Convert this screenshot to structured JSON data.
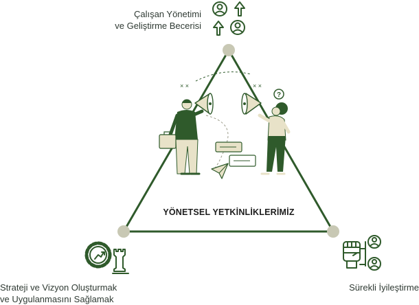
{
  "diagram": {
    "center_title": "YÖNETSEL YETKİNLİKLERİMİZ",
    "nodes": [
      {
        "id": "top",
        "label_lines": [
          "Çalışan Yönetimi",
          "ve Geliştirme Becerisi"
        ],
        "icon": "people-up-arrows-icon"
      },
      {
        "id": "left",
        "label_lines": [
          "Strateji ve Vizyon Oluşturmak",
          "ve Uygulanmasını Sağlamak"
        ],
        "icon": "gear-chess-rook-icon"
      },
      {
        "id": "right",
        "label_lines": [
          "Sürekli İyileştirme"
        ],
        "icon": "fist-people-icon"
      }
    ],
    "illustration": "two-people-with-megaphones-illustration"
  },
  "colors": {
    "primary": "#2f5a2b",
    "node": "#c8c8b4",
    "skin": "#e8e2c8",
    "text": "#2f3a33",
    "title": "#1c1c1c"
  }
}
